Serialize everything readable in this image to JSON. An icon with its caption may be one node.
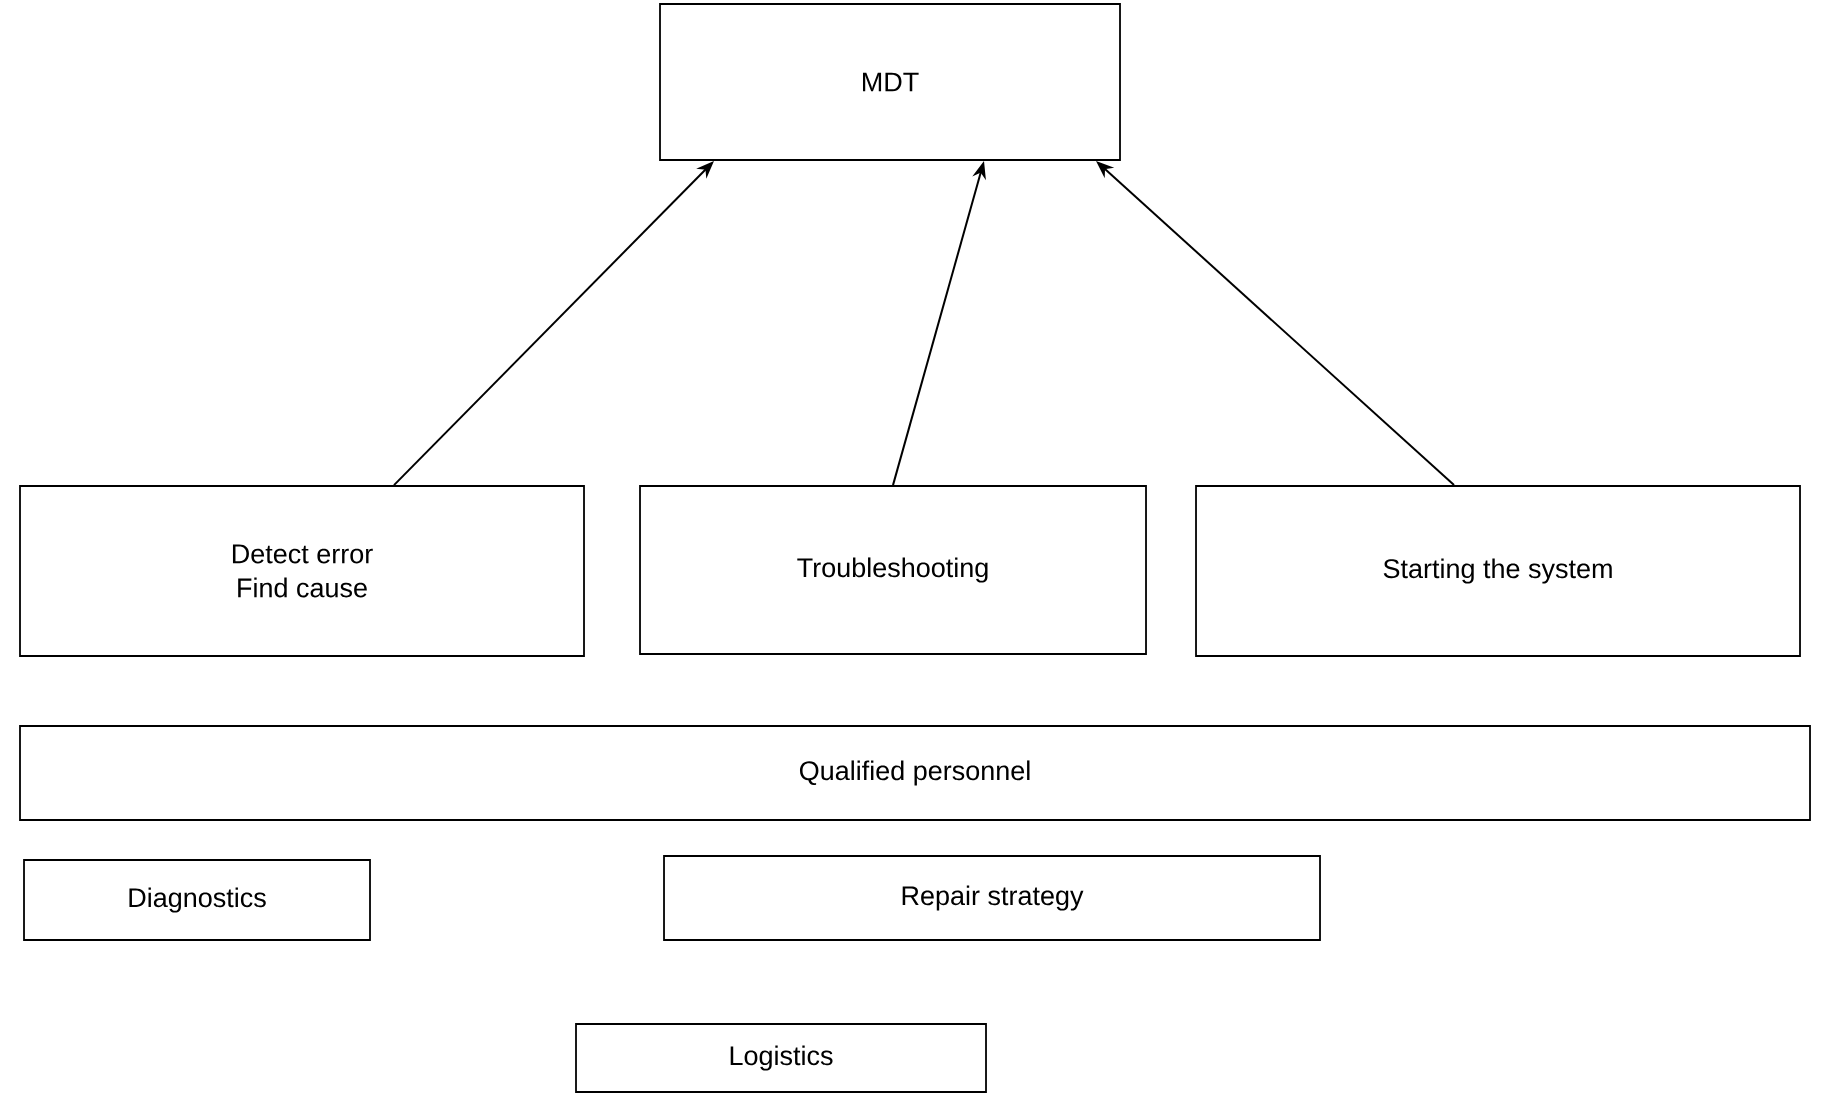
{
  "diagram": {
    "nodes": [
      {
        "text": [
          "MDT"
        ]
      },
      {
        "text": [
          "Detect error",
          "Find cause"
        ]
      },
      {
        "text": [
          "Troubleshooting"
        ]
      },
      {
        "text": [
          "Starting the system"
        ]
      },
      {
        "text": [
          "Qualified personnel"
        ]
      },
      {
        "text": [
          "Diagnostics"
        ]
      },
      {
        "text": [
          "Repair strategy"
        ]
      },
      {
        "text": [
          "Logistics"
        ]
      }
    ],
    "edges": [
      {
        "from": 1,
        "to": 0,
        "arrow": "to"
      },
      {
        "from": 2,
        "to": 0,
        "arrow": "to"
      },
      {
        "from": 3,
        "to": 0,
        "arrow": "to"
      }
    ]
  }
}
